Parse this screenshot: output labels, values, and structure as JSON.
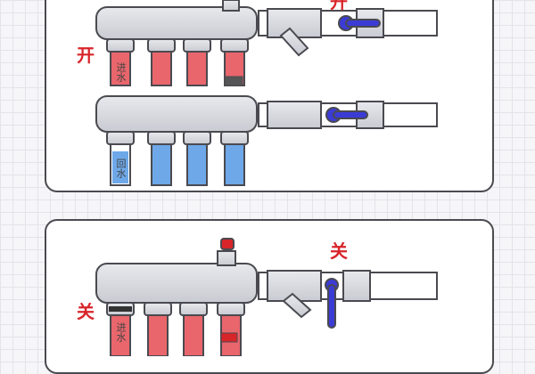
{
  "top_panel": {
    "main_valve_label": "开",
    "branch_valve_label": "开",
    "supply_pipe_label": "进水",
    "return_pipe_label": "回水"
  },
  "bottom_panel": {
    "main_valve_label": "关",
    "branch_valve_label": "关",
    "supply_pipe_label": "进水"
  },
  "colors": {
    "outline": "#4a4a50",
    "manifold": "#d9dbe0",
    "supply_pipe": "#e8666c",
    "return_pipe": "#6ea8e8",
    "valve_handle": "#3b3bd6",
    "label_red": "#d8252a"
  }
}
